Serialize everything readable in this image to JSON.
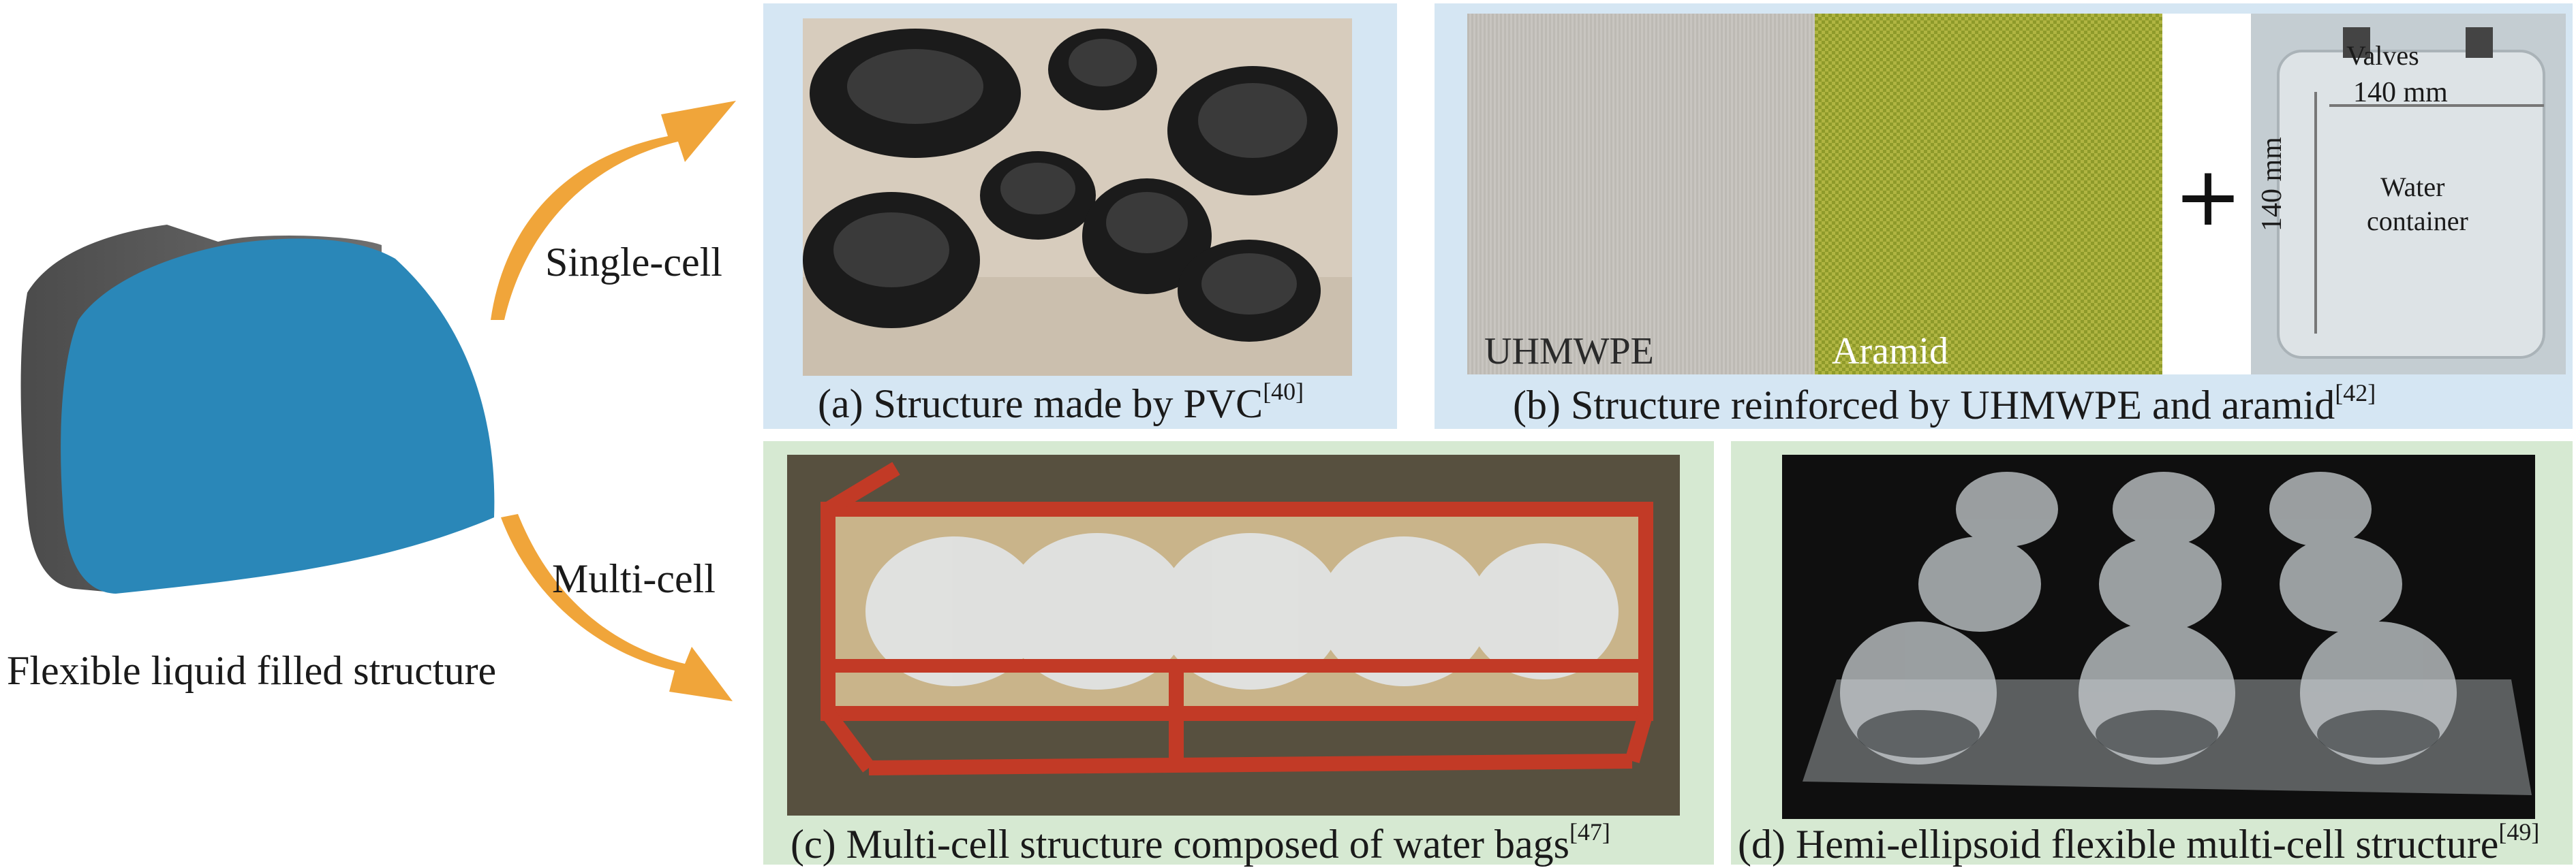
{
  "main_label": "Flexible liquid filled structure",
  "branches": {
    "single": "Single-cell",
    "multi": "Multi-cell"
  },
  "panels": {
    "a": {
      "caption": "(a) Structure made by PVC",
      "ref": "[40]"
    },
    "b": {
      "caption": "(b) Structure reinforced by UHMWPE and aramid",
      "ref": "[42]",
      "material_1": "UHMWPE",
      "material_2": "Aramid",
      "plus": "+",
      "valves": "Valves",
      "width": "140 mm",
      "height": "140 mm",
      "container_line1": "Water",
      "container_line2": "container"
    },
    "c": {
      "caption": "(c) Multi-cell structure composed of water bags",
      "ref": "[47]"
    },
    "d": {
      "caption": "(d) Hemi-ellipsoid flexible multi-cell structure",
      "ref": "[49]"
    }
  },
  "colors": {
    "blue_panel": "#d5e6f3",
    "green_panel": "#d6e9d2",
    "arrow": "#f0a53a",
    "shape_face": "#2a87b8",
    "shape_side": "#5e5e5e"
  }
}
